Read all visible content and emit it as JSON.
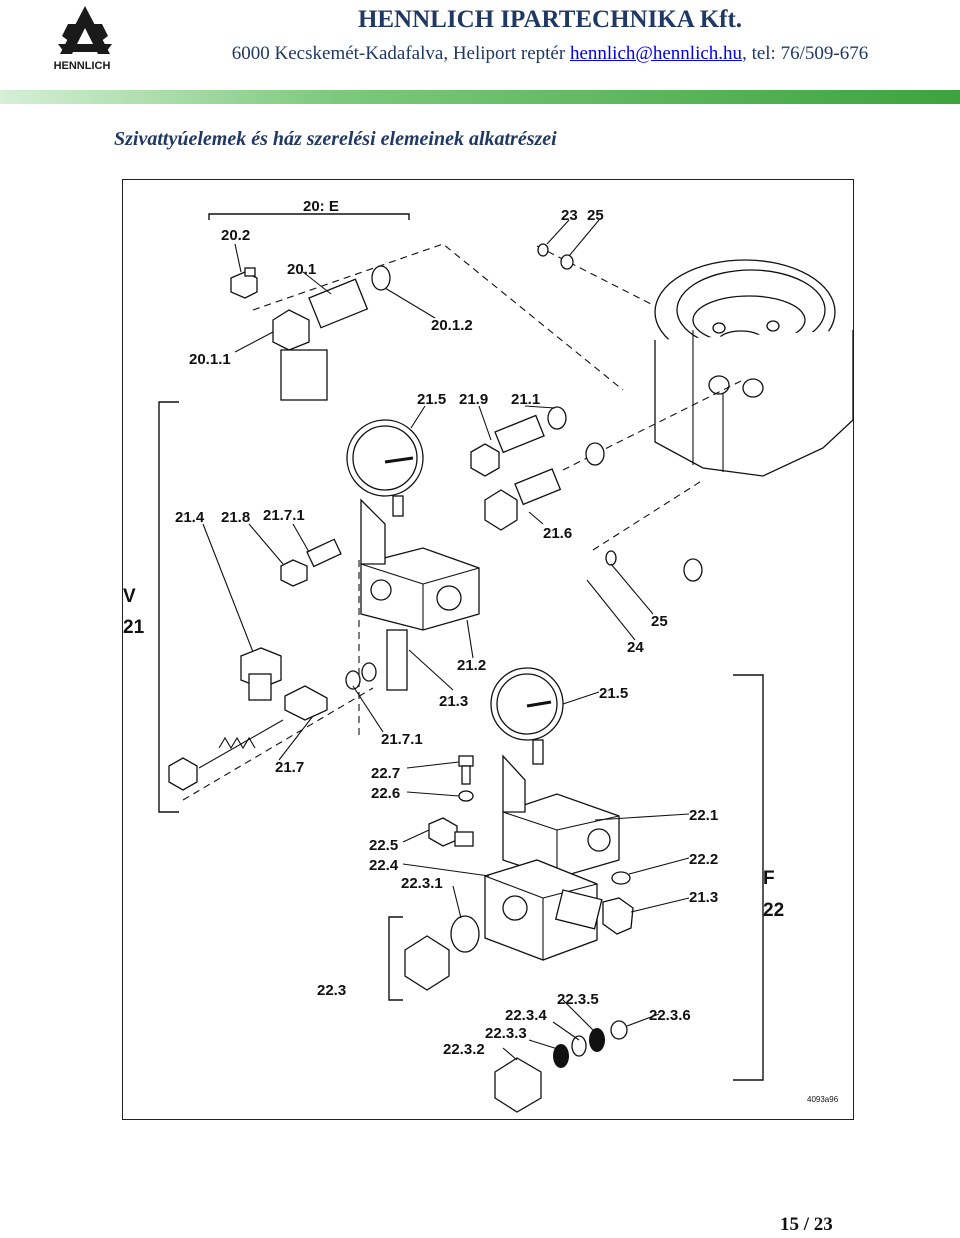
{
  "header": {
    "logo_text": "HENNLICH",
    "company": "HENNLICH IPARTECHNIKA Kft.",
    "address_prefix": "6000 Kecskemét-Kadafalva, Heliport reptér ",
    "email": "hennlich@hennlich.hu",
    "address_suffix": ", tel: 76/509-676",
    "bar_color": "#5cb85c"
  },
  "title": "Szivattyúelemek és ház szerelési elemeinek alkatrészei",
  "figure": {
    "labels": {
      "l20E": "20: E",
      "l20_2": "20.2",
      "l20_1": "20.1",
      "l20_1_2": "20.1.2",
      "l20_1_1": "20.1.1",
      "l23": "23",
      "l25a": "25",
      "l21_5a": "21.5",
      "l21_9": "21.9",
      "l21_1": "21.1",
      "l21_4": "21.4",
      "l21_8": "21.8",
      "l21_7_1a": "21.7.1",
      "l21_6": "21.6",
      "lV": "V",
      "l21": "21",
      "l25b": "25",
      "l24": "24",
      "l21_2": "21.2",
      "l21_3a": "21.3",
      "l21_5b": "21.5",
      "l21_7_1b": "21.7.1",
      "l21_7": "21.7",
      "l22_7": "22.7",
      "l22_6": "22.6",
      "l22_1": "22.1",
      "l22_5": "22.5",
      "l22_4": "22.4",
      "l22_2": "22.2",
      "l22_3_1": "22.3.1",
      "l21_3b": "21.3",
      "lF": "F",
      "l22": "22",
      "l22_3": "22.3",
      "l22_3_5": "22.3.5",
      "l22_3_4": "22.3.4",
      "l22_3_6": "22.3.6",
      "l22_3_3": "22.3.3",
      "l22_3_2": "22.3.2",
      "code": "4093a96"
    }
  },
  "page": {
    "current": "15",
    "total": "23",
    "separator": " / "
  }
}
